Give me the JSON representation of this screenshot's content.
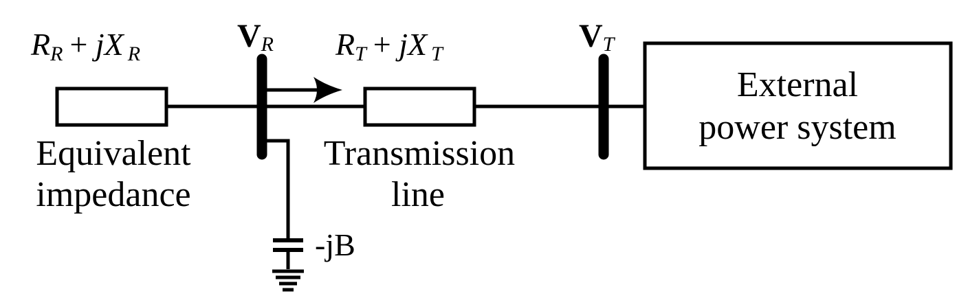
{
  "left_impedance": {
    "main_r": "R",
    "sub_r": "R",
    "plus": "+ ",
    "main_j": "jX",
    "sub_x": "R"
  },
  "bus_r": {
    "main": "V",
    "sub": "R"
  },
  "line_impedance": {
    "main_r": "R",
    "sub_r": "T",
    "plus": "+ ",
    "main_j": "jX",
    "sub_x": "T"
  },
  "bus_t": {
    "main": "V",
    "sub": "T"
  },
  "labels": {
    "equivalent_line1": "Equivalent",
    "equivalent_line2": "impedance",
    "transmission_line1": "Transmission",
    "transmission_line2": "line",
    "shunt": "-jB",
    "external_line1": "External",
    "external_line2": "power system"
  }
}
